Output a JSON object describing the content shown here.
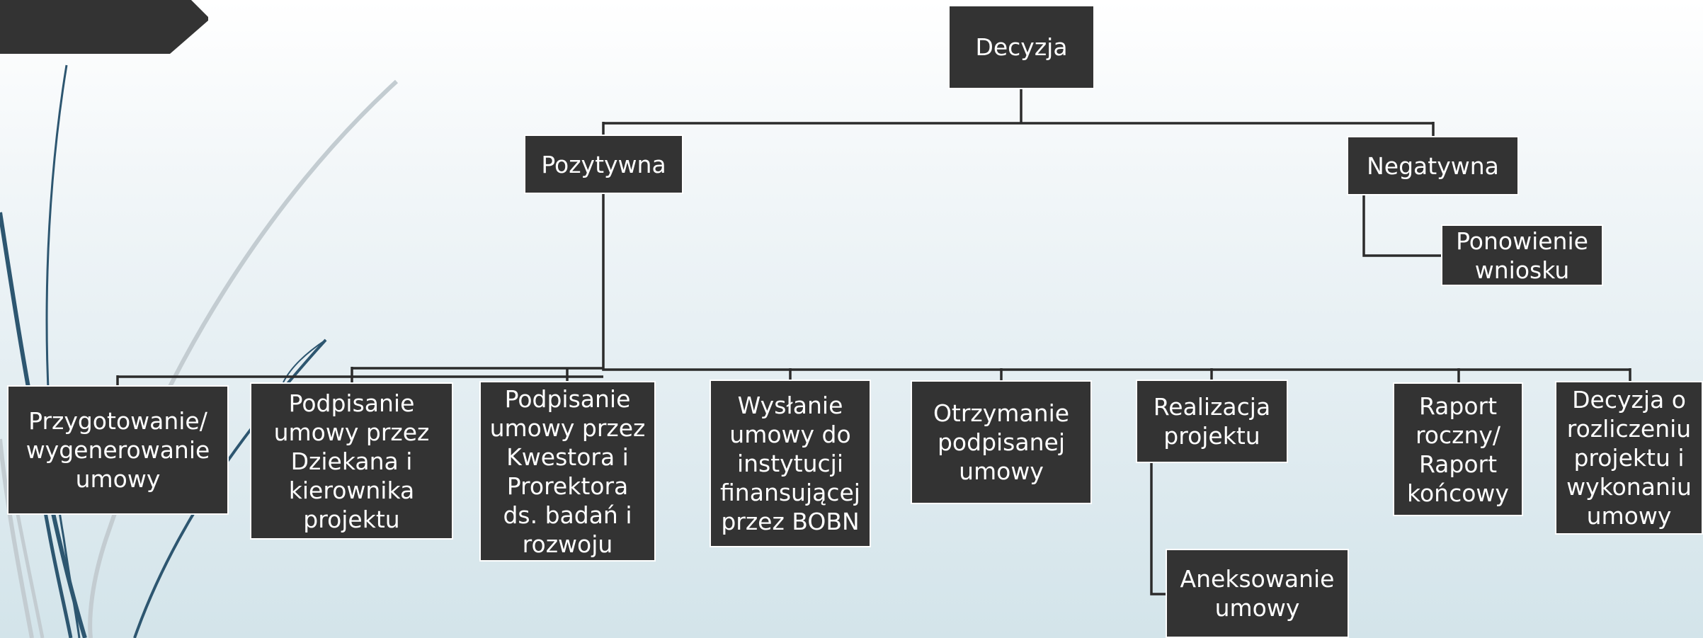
{
  "colors": {
    "box": "#333333",
    "box_border": "#ffffff",
    "line": "#2b2b2b",
    "background_top": "#ffffff",
    "background_bottom": "#d3e4ea",
    "decor_dark": "#2d5670",
    "decor_light": "#c3ccd1"
  },
  "diagram": {
    "root": {
      "label": "Decyzja"
    },
    "branches": {
      "positive": {
        "label": "Pozytywna"
      },
      "negative": {
        "label": "Negatywna"
      }
    },
    "negative_children": [
      {
        "label": "Ponowienie\nwniosku"
      }
    ],
    "positive_children": [
      {
        "label": "Przygotowanie/\nwygenerowanie\numowy"
      },
      {
        "label": "Podpisanie\numowy przez\nDziekana i\nkierownika\nprojektu"
      },
      {
        "label": "Podpisanie\numowy przez\nKwestora i\nProrektora\nds. badań i\nrozwoju"
      },
      {
        "label": "Wysłanie\numowy do\ninstytucji\nfinansującej\nprzez BOBN"
      },
      {
        "label": "Otrzymanie\npodpisanej\numowy"
      },
      {
        "label": "Realizacja\nprojektu"
      },
      {
        "label": "Raport\nroczny/\nRaport\nkońcowy"
      },
      {
        "label": "Decyzja o\nrozliczeniu\nprojektu i\nwykonaniu\numowy"
      }
    ],
    "realizacja_children": [
      {
        "label": "Aneksowanie\numowy"
      }
    ]
  }
}
